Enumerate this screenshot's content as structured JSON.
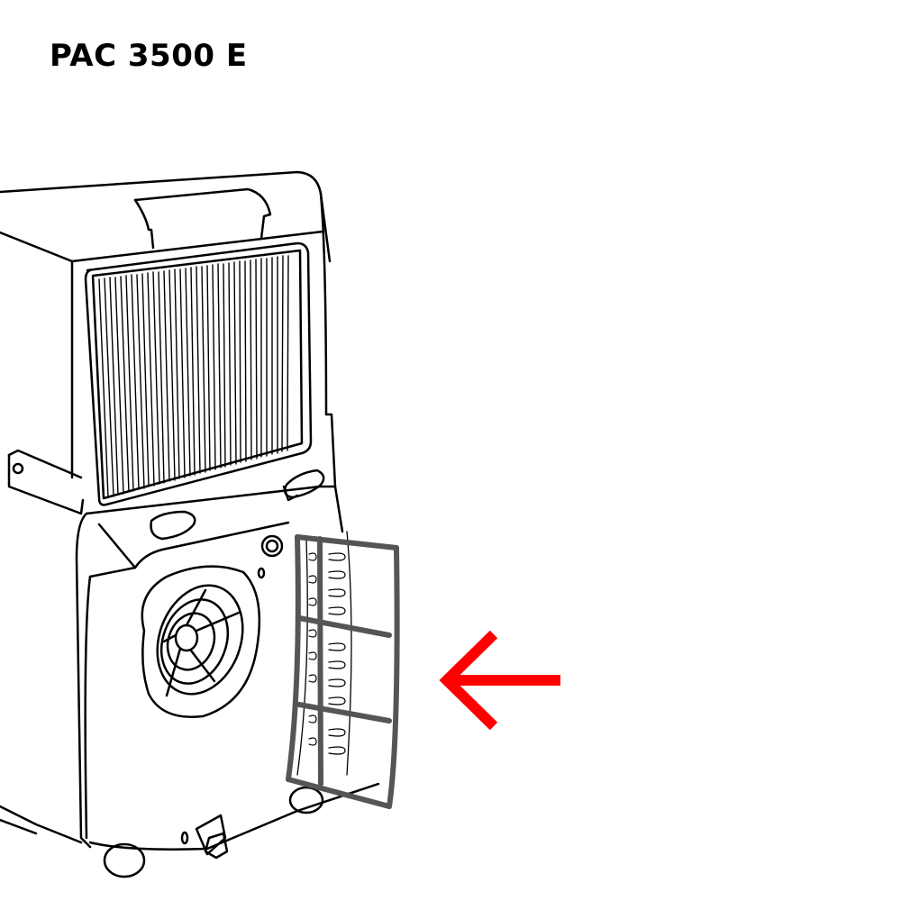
{
  "title": "PAC 3500 E",
  "illustration": {
    "subject": "portable air conditioner rear view",
    "highlight": "rear air filter being inserted",
    "arrow_direction": "left",
    "arrow_color": "#ff0000",
    "line_color": "#000000",
    "filter_frame_color": "#555555"
  }
}
